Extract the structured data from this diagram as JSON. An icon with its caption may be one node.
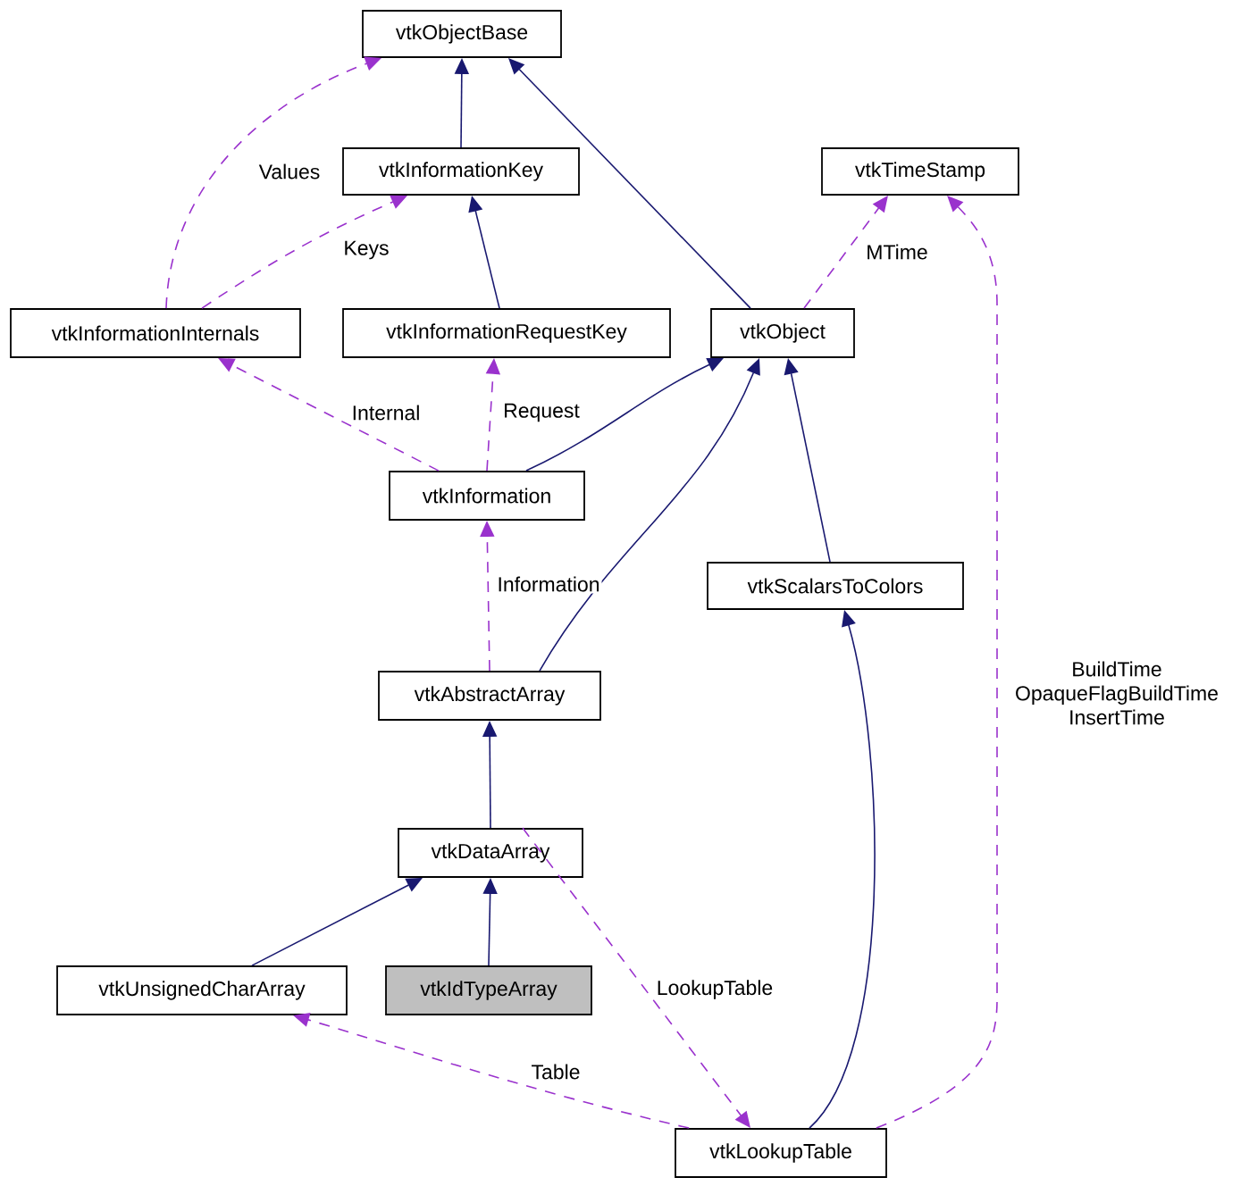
{
  "diagram": {
    "nodes": [
      {
        "text": [
          "vtkObjectBase"
        ]
      },
      {
        "text": [
          "vtkInformationKey"
        ]
      },
      {
        "text": [
          "vtkTimeStamp"
        ]
      },
      {
        "text": [
          "vtkInformationInternals"
        ]
      },
      {
        "text": [
          "vtkInformationRequestKey"
        ]
      },
      {
        "text": [
          "vtkObject"
        ]
      },
      {
        "text": [
          "vtkInformation"
        ]
      },
      {
        "text": [
          "vtkScalarsToColors"
        ]
      },
      {
        "text": [
          "vtkAbstractArray"
        ]
      },
      {
        "text": [
          "vtkDataArray"
        ]
      },
      {
        "text": [
          "vtkUnsignedCharArray"
        ]
      },
      {
        "text": [
          "vtkIdTypeArray"
        ]
      },
      {
        "text": [
          "vtkLookupTable"
        ]
      }
    ],
    "edges": [
      {
        "from": 1,
        "to": 0,
        "arrow": "to"
      },
      {
        "from": 5,
        "to": 0,
        "arrow": "to"
      },
      {
        "from": 4,
        "to": 1,
        "arrow": "to"
      },
      {
        "from": 6,
        "to": 5,
        "arrow": "to"
      },
      {
        "from": 8,
        "to": 5,
        "arrow": "to"
      },
      {
        "from": 7,
        "to": 5,
        "arrow": "to"
      },
      {
        "from": 9,
        "to": 8,
        "arrow": "to"
      },
      {
        "from": 10,
        "to": 9,
        "arrow": "to"
      },
      {
        "from": 11,
        "to": 9,
        "arrow": "to"
      },
      {
        "from": 12,
        "to": 7,
        "arrow": "to"
      },
      {
        "from": 3,
        "to": 0,
        "arrow": "to",
        "label": "Values",
        "style": "dashed",
        "color": "#9a32cd"
      },
      {
        "from": 3,
        "to": 1,
        "arrow": "to",
        "label": "Keys",
        "style": "dashed",
        "color": "#9a32cd"
      },
      {
        "from": 5,
        "to": 2,
        "arrow": "to",
        "label": "MTime",
        "style": "dashed",
        "color": "#9a32cd"
      },
      {
        "from": 6,
        "to": 3,
        "arrow": "to",
        "label": "Internal",
        "style": "dashed",
        "color": "#9a32cd"
      },
      {
        "from": 6,
        "to": 4,
        "arrow": "to",
        "label": "Request",
        "style": "dashed",
        "color": "#9a32cd"
      },
      {
        "from": 8,
        "to": 6,
        "arrow": "to",
        "label": "Information",
        "style": "dashed",
        "color": "#9a32cd"
      },
      {
        "from": 9,
        "to": 12,
        "arrow": "to",
        "label": "LookupTable",
        "style": "dashed",
        "color": "#9a32cd"
      },
      {
        "from": 12,
        "to": 10,
        "arrow": "to",
        "label": "Table",
        "style": "dashed",
        "color": "#9a32cd"
      },
      {
        "from": 12,
        "to": 2,
        "arrow": "to",
        "label": "BuildTime OpaqueFlagBuildTime InsertTime",
        "style": "dashed",
        "color": "#9a32cd"
      }
    ]
  }
}
